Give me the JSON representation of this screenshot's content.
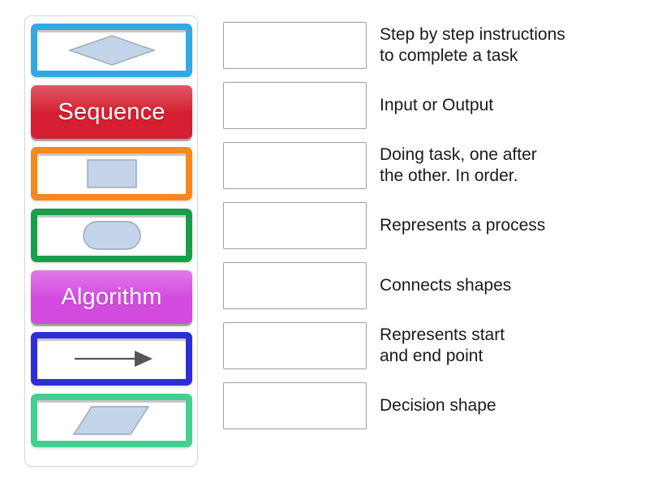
{
  "activity": {
    "type": "match-up-drag-and-drop",
    "subject": "flowchart-symbols"
  },
  "tile_panel": {
    "tiles": [
      {
        "id": "tile-diamond",
        "kind": "shape",
        "icon": "diamond-shape-icon",
        "label": "",
        "border_color": "#35a8e0"
      },
      {
        "id": "tile-sequence",
        "kind": "word",
        "icon": "",
        "label": "Sequence",
        "background_color": "#d51f30"
      },
      {
        "id": "tile-rectangle",
        "kind": "shape",
        "icon": "rectangle-shape-icon",
        "label": "",
        "border_color": "#f5881f"
      },
      {
        "id": "tile-terminator",
        "kind": "shape",
        "icon": "rounded-rectangle-shape-icon",
        "label": "",
        "border_color": "#1b9e4b"
      },
      {
        "id": "tile-algorithm",
        "kind": "word",
        "icon": "",
        "label": "Algorithm",
        "background_color": "#d44bdf"
      },
      {
        "id": "tile-arrow",
        "kind": "shape",
        "icon": "arrow-right-shape-icon",
        "label": "",
        "border_color": "#2e2ed8"
      },
      {
        "id": "tile-parallelogram",
        "kind": "shape",
        "icon": "parallelogram-shape-icon",
        "label": "",
        "border_color": "#41cf92"
      }
    ]
  },
  "answers": {
    "rows": [
      {
        "id": "row-1",
        "label": "Step by step instructions\nto complete a task",
        "answer": ""
      },
      {
        "id": "row-2",
        "label": "Input or Output",
        "answer": ""
      },
      {
        "id": "row-3",
        "label": "Doing task, one after\nthe other. In order.",
        "answer": ""
      },
      {
        "id": "row-4",
        "label": "Represents a process",
        "answer": ""
      },
      {
        "id": "row-5",
        "label": "Connects shapes",
        "answer": ""
      },
      {
        "id": "row-6",
        "label": "Represents start\nand end point",
        "answer": ""
      },
      {
        "id": "row-7",
        "label": "Decision shape",
        "answer": ""
      }
    ]
  },
  "colors": {
    "shape_fill": "#c3d3e8",
    "shape_stroke": "#9aa6b4",
    "panel_border": "#d8d8d8",
    "drop_box_border": "#9e9e9e",
    "text": "#1a1a1a"
  }
}
